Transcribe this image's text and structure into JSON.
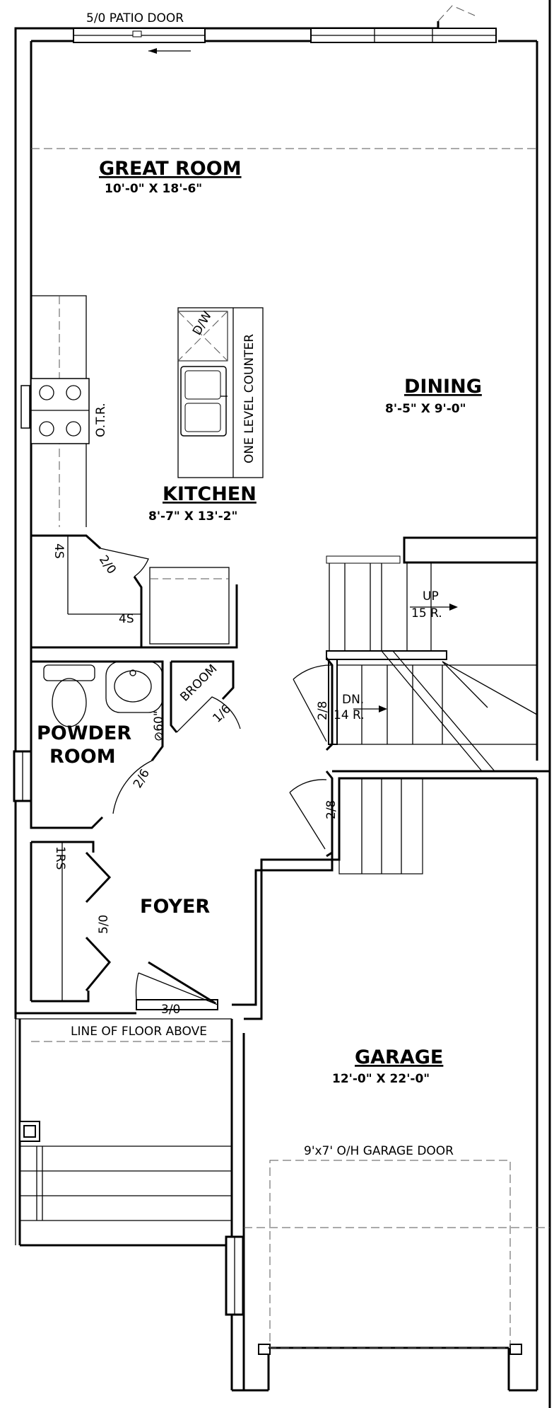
{
  "rooms": {
    "great_room": {
      "name": "GREAT ROOM",
      "dims": "10'-0\" X 18'-6\""
    },
    "dining": {
      "name": "DINING",
      "dims": "8'-5\" X 9'-0\""
    },
    "kitchen": {
      "name": "KITCHEN",
      "dims": "8'-7\" X 13'-2\""
    },
    "powder_room": {
      "line1": "POWDER",
      "line2": "ROOM"
    },
    "foyer": {
      "name": "FOYER"
    },
    "garage": {
      "name": "GARAGE",
      "dims": "12'-0\" X 22'-0\""
    }
  },
  "labels": {
    "patio_door": "5/0 PATIO DOOR",
    "dishwasher": "D/W",
    "counter": "ONE LEVEL COUNTER",
    "otr": "O.T.R.",
    "shelf_4s_top": "4S",
    "shelf_4s_bottom": "4S",
    "door_2_0": "2/0",
    "broom": "BROOM",
    "door_1_6": "1/6",
    "shower_60": "⊘60\"",
    "door_2_6": "2/6",
    "door_2_8_upper": "2/8",
    "door_2_8_lower": "2/8",
    "stair_up": "UP",
    "stair_up_risers": "15 R.",
    "stair_dn": "DN.",
    "stair_dn_risers": "14 R.",
    "closet_1rs": "1RS",
    "closet_door": "5/0",
    "front_door": "3/0",
    "floor_above": "LINE OF FLOOR ABOVE",
    "garage_door": "9'x7' O/H GARAGE DOOR"
  }
}
